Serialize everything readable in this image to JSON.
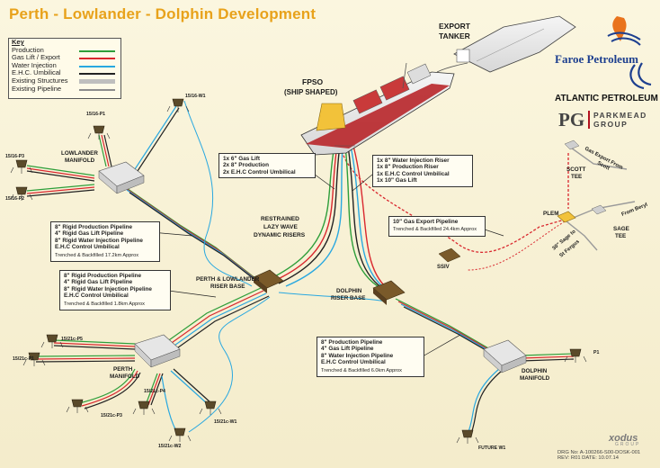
{
  "title": "Perth - Lowlander - Dolphin Development",
  "key": {
    "heading": "Key",
    "items": [
      {
        "label": "Production",
        "color": "#2e9e3a"
      },
      {
        "label": "Gas Lift / Export",
        "color": "#d9272e"
      },
      {
        "label": "Water Injection",
        "color": "#29a8e0"
      },
      {
        "label": "E.H.C. Umbilical",
        "color": "#222222"
      },
      {
        "label": "Existing Structures",
        "color": "#bfbfbf"
      },
      {
        "label": "Existing Pipeline",
        "color": "#8c8c8c"
      }
    ]
  },
  "vessels": {
    "export_tanker": [
      "EXPORT",
      "TANKER"
    ],
    "fpso": [
      "FPSO",
      "(SHIP SHAPED)"
    ]
  },
  "structures": {
    "lowlander_manifold": [
      "LOWLANDER",
      "MANIFOLD"
    ],
    "perth_lowlander_riser_base": [
      "PERTH & LOWLANDER",
      "RISER BASE"
    ],
    "dolphin_riser_base": [
      "DOLPHIN",
      "RISER BASE"
    ],
    "perth_manifold": [
      "PERTH",
      "MANIFOLD"
    ],
    "dolphin_manifold": [
      "DOLPHIN",
      "MANIFOLD"
    ],
    "plem": "PLEM",
    "ssiv": "SSIV",
    "scott_tee": [
      "SCOTT",
      "TEE"
    ],
    "sage_tee": [
      "SAGE",
      "TEE"
    ],
    "restrained_risers": [
      "RESTRAINED",
      "LAZY WAVE",
      "DYNAMIC RISERS"
    ]
  },
  "wells": {
    "w1": "15/16-P1",
    "w2": "15/16-W1",
    "w3": "15/16-P3",
    "w4": "15/16-P2",
    "w5": "15/21c-P5",
    "w6": "15/21c-P1",
    "w7": "15/21c-P4",
    "w8": "15/21c-P3",
    "w9": "15/21c-W1",
    "w10": "15/21c-W2",
    "w11": "FUTURE W1",
    "w12": "P1"
  },
  "callouts": {
    "riser_left": [
      "1x 6\" Gas Lift",
      "2x 8\" Production",
      "2x E.H.C Control Umbilical"
    ],
    "riser_right": [
      "1x 8\" Water Injection Riser",
      "1x 8\" Production Riser",
      "1x E.H.C Control Umbilical",
      "1x 10\" Gas Lift"
    ],
    "lowlander_pipelines": {
      "lines": [
        "8\" Rigid Production Pipeline",
        "4\" Rigid Gas Lift Pipeline",
        "8\" Rigid Water Injection Pipeline",
        "E.H.C Control Umbilical"
      ],
      "note": "Trenched & Backfilled 17.2km Approx"
    },
    "perth_pipelines": {
      "lines": [
        "8\" Rigid Production Pipeline",
        "4\" Rigid Gas Lift Pipeline",
        "8\" Rigid Water Injection Pipeline",
        "E.H.C Control Umbilical"
      ],
      "note": "Trenched & Backfilled 1.8km Approx"
    },
    "dolphin_pipelines": {
      "lines": [
        "8\" Production Pipeline",
        "4\" Gas Lift Pipeline",
        "8\" Water Injection Pipeline",
        "E.H.C Control Umbilical"
      ],
      "note": "Trenched & Backfilled 6.0km Approx"
    },
    "gas_export": {
      "line": "10\" Gas Export Pipeline",
      "note": "Trenched & Backfilled 24.4km Approx"
    }
  },
  "routes": {
    "gas_export_from_scott": [
      "Gas Export From",
      "Scott"
    ],
    "from_beryl": "From Beryl",
    "sage_to_st_fergus": [
      "30\" Sage to",
      "St Fergus"
    ]
  },
  "logos": {
    "faroe": "Faroe Petroleum",
    "atlantic": "ATLANTIC PETROLEUM",
    "parkmead_mark": "PG",
    "parkmead_text": [
      "PARKMEAD",
      "GROUP"
    ],
    "xodus": "xodus",
    "xodus_sub": "GROUP"
  },
  "drawing_info": [
    "DRG No: A-100266-S00-DOSK-001",
    "REV: R01         DATE: 10.07.14"
  ]
}
